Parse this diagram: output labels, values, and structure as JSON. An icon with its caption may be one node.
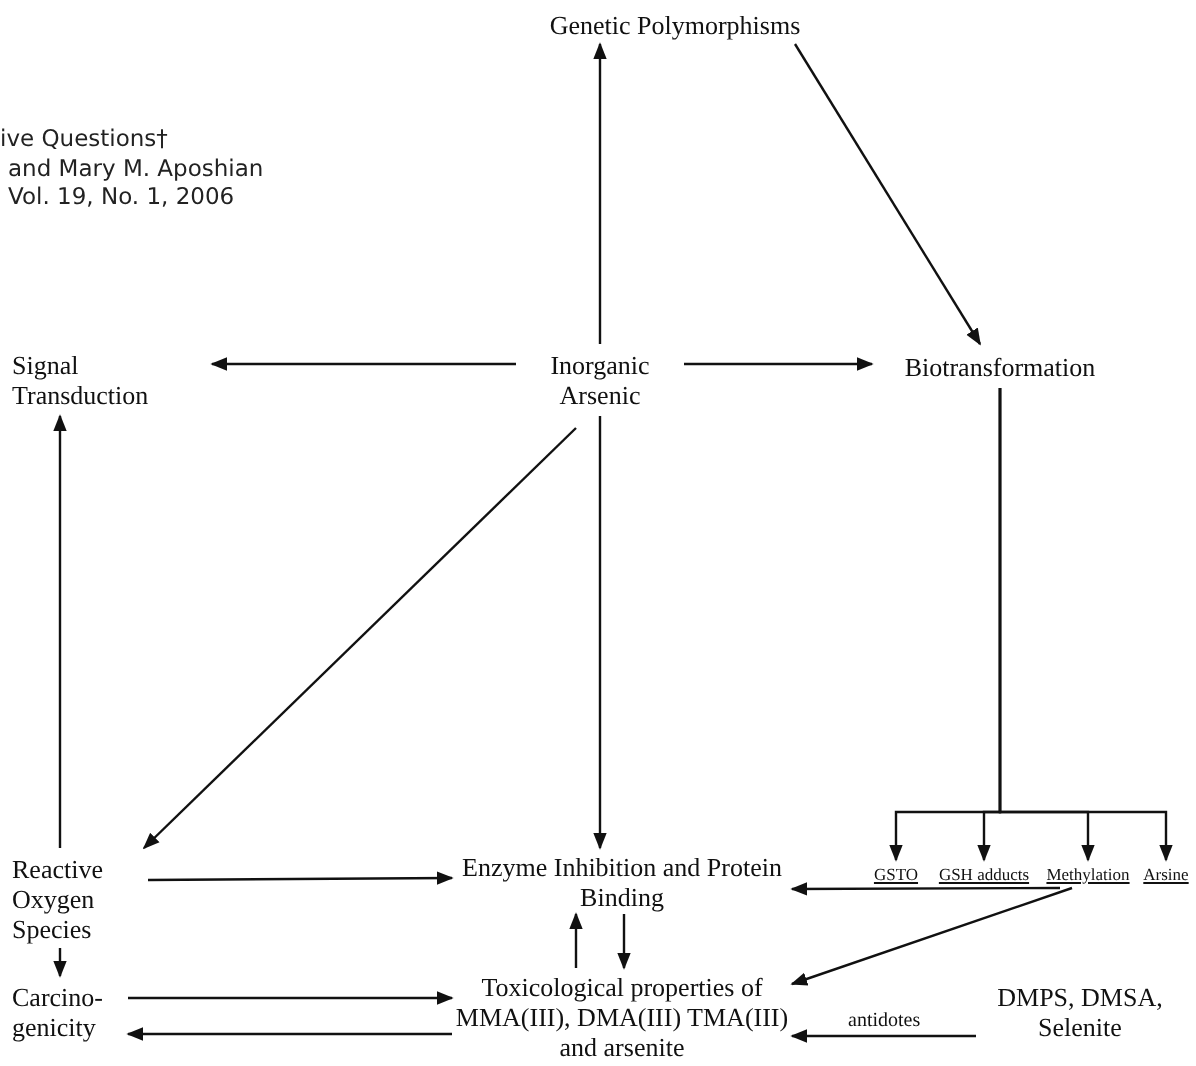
{
  "diagram": {
    "nodes": [
      {
        "text": [
          "Genetic Polymorphisms"
        ]
      },
      {
        "text": [
          "Signal Transduction"
        ]
      },
      {
        "text": [
          "Inorganic Arsenic"
        ]
      },
      {
        "text": [
          "Biotransformation"
        ]
      },
      {
        "text": [
          "GSTO"
        ]
      },
      {
        "text": [
          "GSH adducts"
        ]
      },
      {
        "text": [
          "Methylation"
        ]
      },
      {
        "text": [
          "Arsine"
        ]
      },
      {
        "text": [
          "Reactive Oxygen Species"
        ]
      },
      {
        "text": [
          "Enzyme Inhibition and Protein Binding"
        ]
      },
      {
        "text": [
          "Toxicological properties of MMA(III), DMA(III) TMA(III) and arsenite"
        ]
      },
      {
        "text": [
          "Carcino- genicity"
        ]
      },
      {
        "text": [
          "DMPS, DMSA, Selenite"
        ]
      }
    ],
    "edges": [
      {
        "from": 2,
        "to": 0,
        "arrow": "to"
      },
      {
        "from": 0,
        "to": 3,
        "arrow": "to"
      },
      {
        "from": 2,
        "to": 1,
        "arrow": "to"
      },
      {
        "from": 2,
        "to": 3,
        "arrow": "to"
      },
      {
        "from": 2,
        "to": 8,
        "arrow": "to"
      },
      {
        "from": 2,
        "to": 9,
        "arrow": "to"
      },
      {
        "from": 8,
        "to": 1,
        "arrow": "to"
      },
      {
        "from": 8,
        "to": 9,
        "arrow": "to"
      },
      {
        "from": 3,
        "to": 4,
        "arrow": "to"
      },
      {
        "from": 3,
        "to": 5,
        "arrow": "to"
      },
      {
        "from": 3,
        "to": 6,
        "arrow": "to"
      },
      {
        "from": 3,
        "to": 7,
        "arrow": "to"
      },
      {
        "from": 6,
        "to": 9,
        "arrow": "to"
      },
      {
        "from": 6,
        "to": 10,
        "arrow": "to"
      },
      {
        "from": 10,
        "to": 9,
        "arrow": "to"
      },
      {
        "from": 9,
        "to": 10,
        "arrow": "to"
      },
      {
        "from": 8,
        "to": 11,
        "arrow": "to"
      },
      {
        "from": 11,
        "to": 10,
        "arrow": "to"
      },
      {
        "from": 10,
        "to": 11,
        "arrow": "to"
      },
      {
        "from": 12,
        "to": 10,
        "arrow": "to",
        "label": "antidotes"
      }
    ],
    "labels": [
      "ive Questions†",
      "and Mary M. Aposhian",
      "Vol. 19, No. 1, 2006"
    ]
  }
}
